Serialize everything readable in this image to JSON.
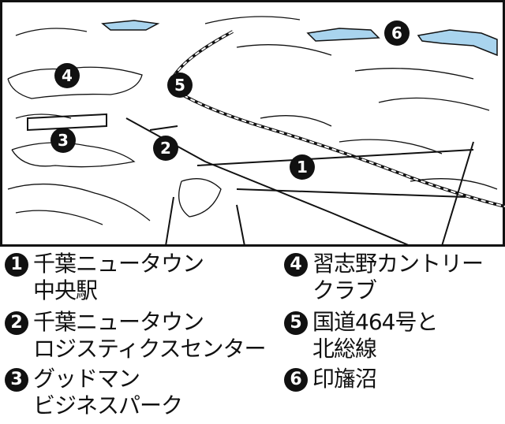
{
  "colors": {
    "water": "#a9d4ee",
    "line": "#111111",
    "marker": "#111111"
  },
  "markers": [
    "1",
    "2",
    "3",
    "4",
    "5",
    "6"
  ],
  "legend": [
    {
      "num": "1",
      "lines": [
        "千葉ニュータウン",
        "中央駅"
      ]
    },
    {
      "num": "2",
      "lines": [
        "千葉ニュータウン",
        "ロジスティクスセンター"
      ]
    },
    {
      "num": "3",
      "lines": [
        "グッドマン",
        "ビジネスパーク"
      ]
    },
    {
      "num": "4",
      "lines": [
        "習志野カントリー",
        "クラブ"
      ]
    },
    {
      "num": "5",
      "lines": [
        "国道464号と",
        "北総線"
      ]
    },
    {
      "num": "6",
      "lines": [
        "印旛沼"
      ]
    }
  ]
}
